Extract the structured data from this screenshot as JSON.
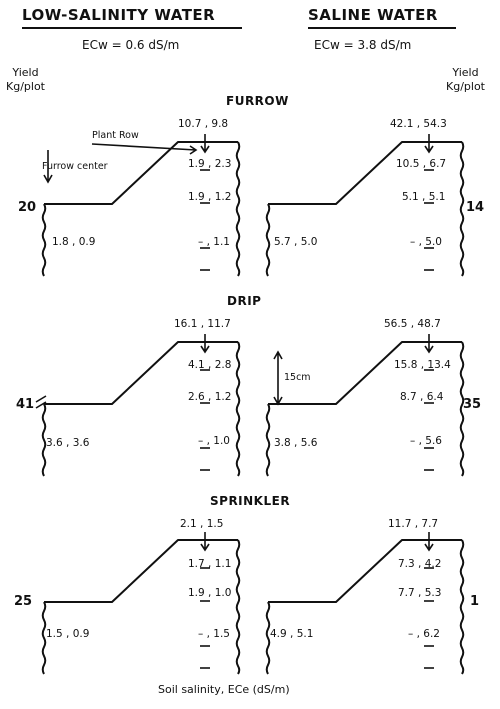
{
  "header": {
    "low_title": "LOW-SALINITY WATER",
    "saline_title": "SALINE WATER",
    "low_ecw": "ECw = 0.6 dS/m",
    "saline_ecw": "ECw = 3.8 dS/m",
    "yield_label_left": "Yield\nKg/plot",
    "yield_label_right": "Yield\nKg/plot"
  },
  "sections": [
    {
      "title": "FURROW",
      "low": {
        "yield": "20",
        "top": "10.7 , 9.8",
        "r1": "1.9 , 2.3",
        "r2": "1.9 , 1.2",
        "r3": "– , 1.1",
        "bottom": "1.8 , 0.9"
      },
      "saline": {
        "yield": "14",
        "top": "42.1 , 54.3",
        "r1": "10.5 , 6.7",
        "r2": "5.1 , 5.1",
        "r3": "– , 5.0",
        "bottom": "5.7 , 5.0"
      }
    },
    {
      "title": "DRIP",
      "low": {
        "yield": "41",
        "top": "16.1 , 11.7",
        "r1": "4.1 , 2.8",
        "r2": "2.6 , 1.2",
        "r3": "– , 1.0",
        "bottom": "3.6 , 3.6"
      },
      "saline": {
        "yield": "35",
        "top": "56.5 , 48.7",
        "r1": "15.8 , 13.4",
        "r2": "8.7 , 6.4",
        "r3": "– , 5.6",
        "bottom": "3.8 , 5.6"
      }
    },
    {
      "title": "SPRINKLER",
      "low": {
        "yield": "25",
        "top": "2.1 , 1.5",
        "r1": "1.7 , 1.1",
        "r2": "1.9 , 1.0",
        "r3": "– , 1.5",
        "bottom": "1.5 , 0.9"
      },
      "saline": {
        "yield": "1",
        "top": "11.7 , 7.7",
        "r1": "7.3 , 4.2",
        "r2": "7.7 , 5.3",
        "r3": "– , 6.2",
        "bottom": "4.9 , 5.1"
      }
    }
  ],
  "annotations": {
    "plant_row": "Plant Row",
    "furrow_center": "Furrow center",
    "scale": "15cm"
  },
  "footer": "Soil salinity, ECe (dS/m)"
}
